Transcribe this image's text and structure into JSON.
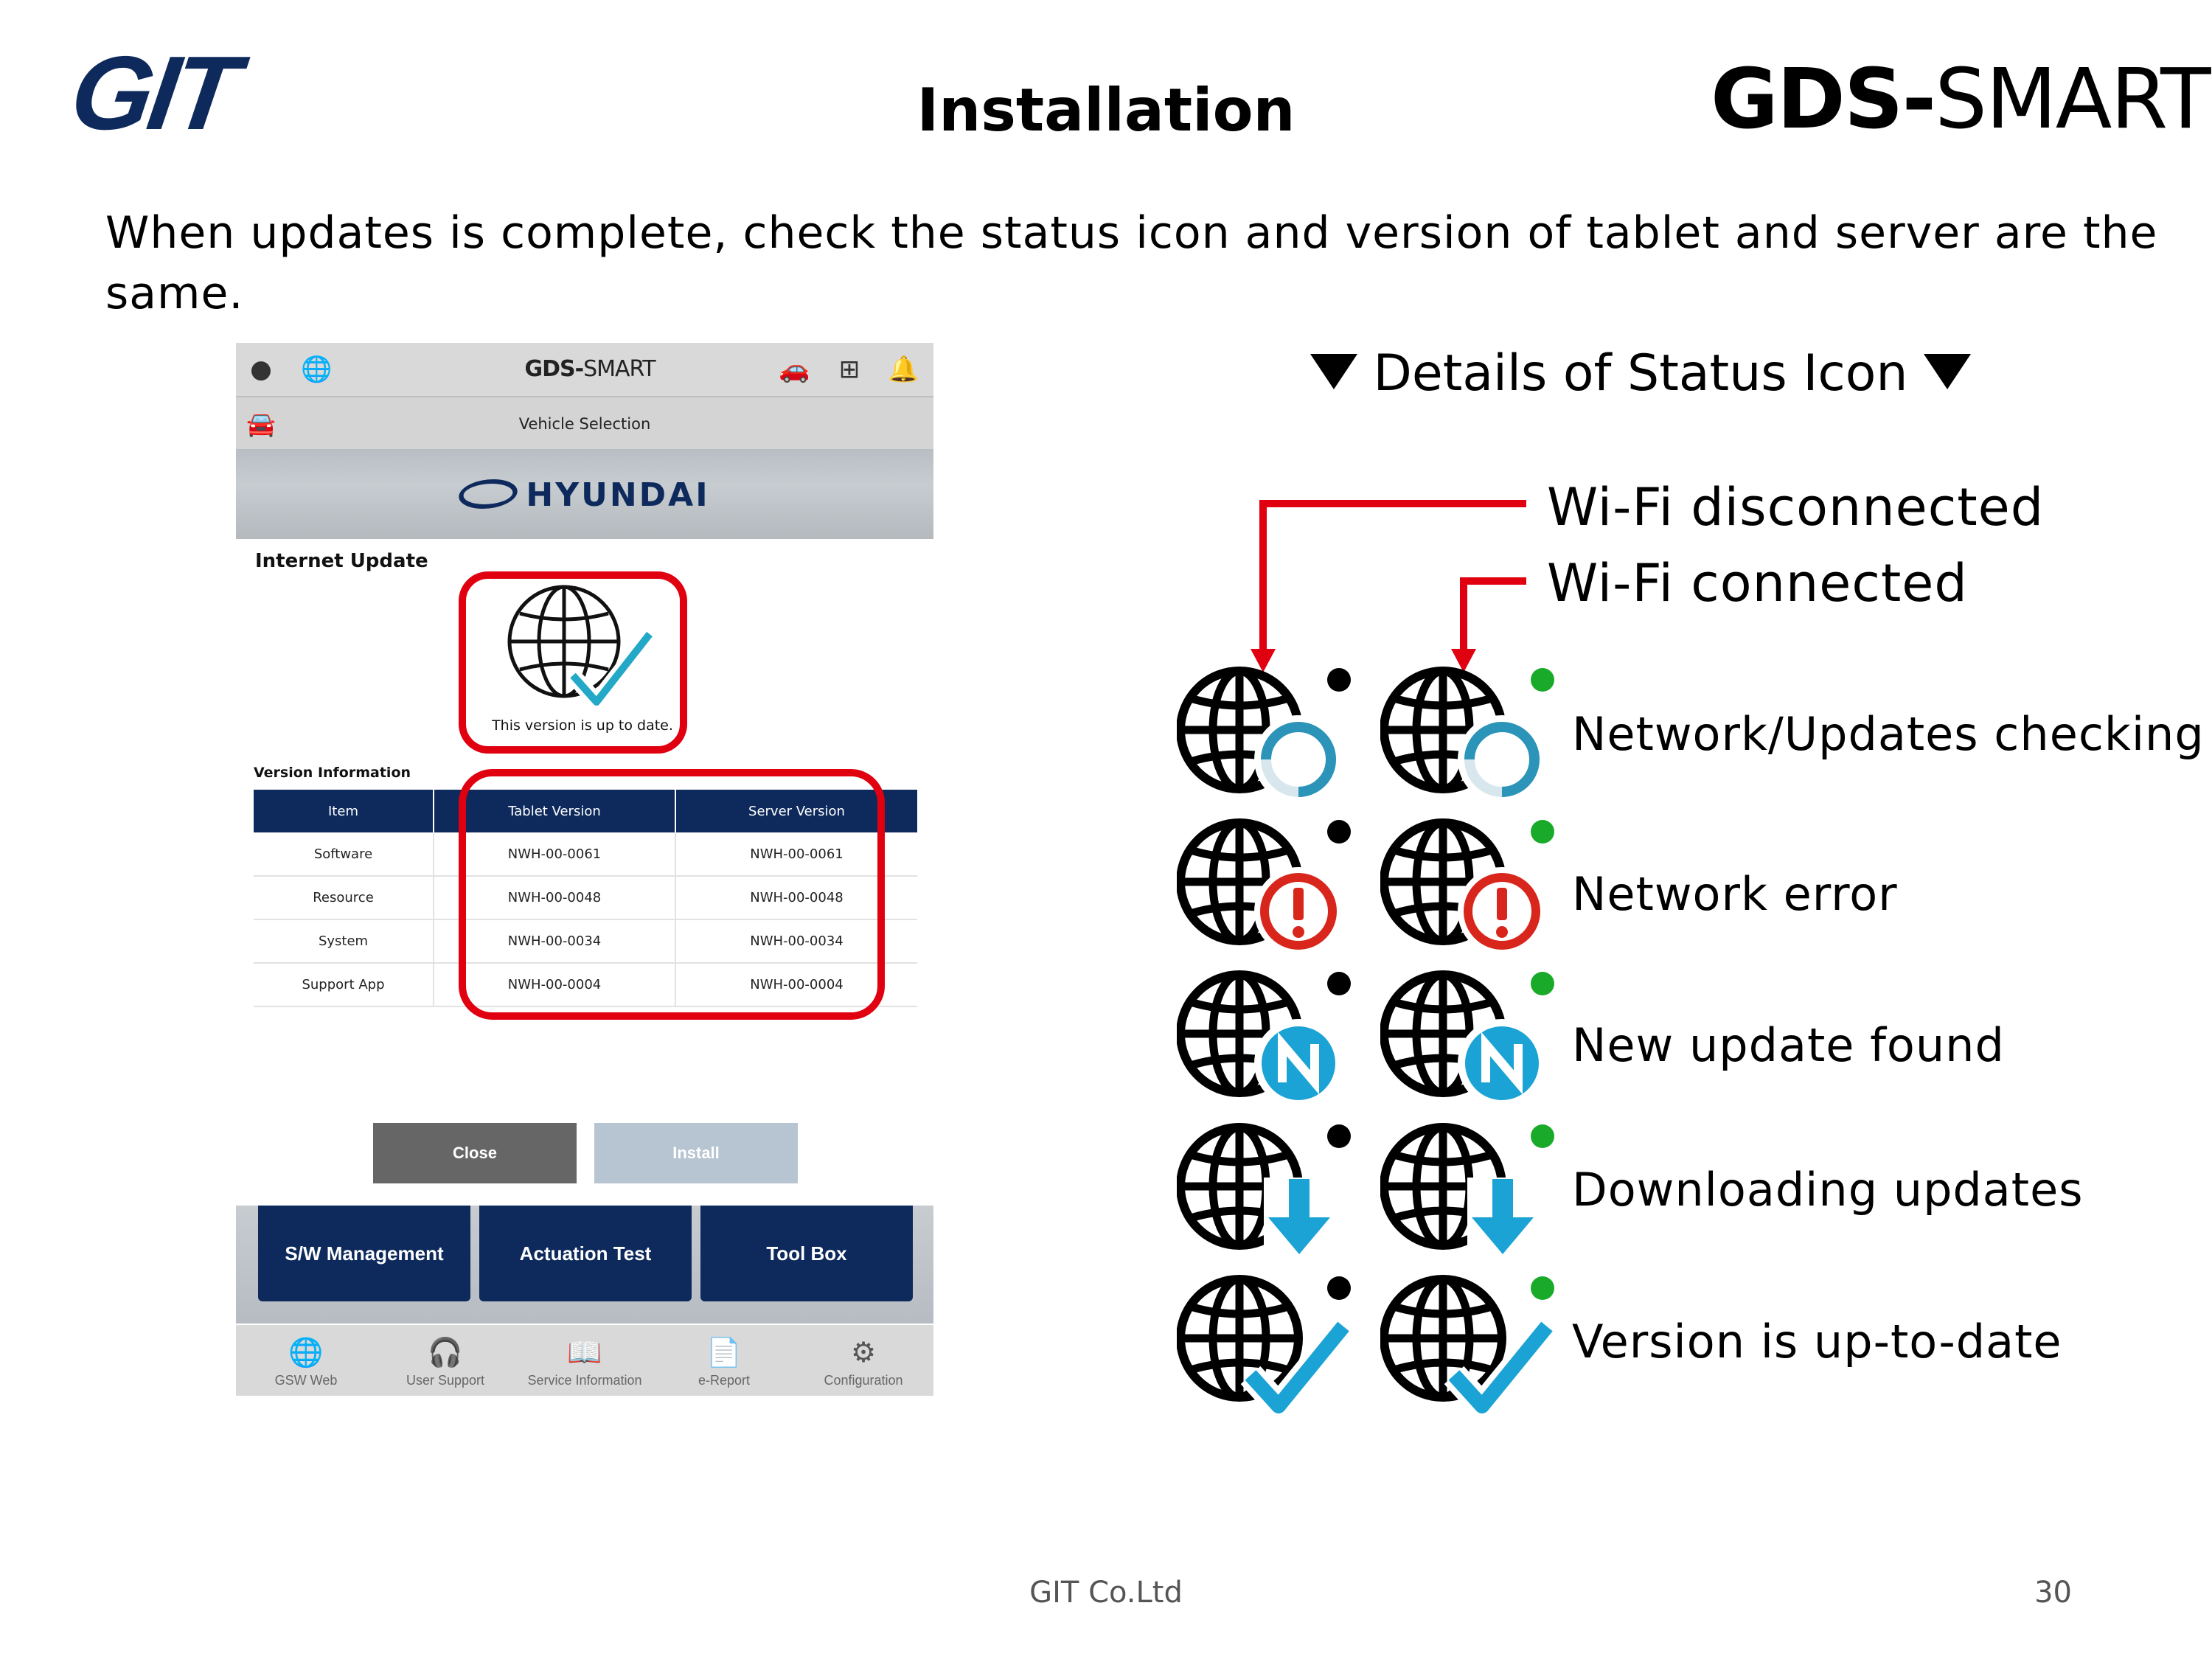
{
  "header": {
    "left_logo": "GIT",
    "title": "Installation",
    "right_logo_bold": "GDS-",
    "right_logo_thin": "SMART"
  },
  "intro": "When updates is complete, check the status icon and version of tablet and server are the same.",
  "tablet": {
    "brand_bold": "GDS-",
    "brand_thin": "SMART",
    "subbar_title": "Vehicle Selection",
    "banner_brand": "HYUNDAI",
    "section_heading": "Internet Update",
    "status_text": "This version is up to date.",
    "version_heading": "Version Information",
    "table": {
      "columns": [
        "Item",
        "Tablet Version",
        "Server Version"
      ],
      "rows": [
        [
          "Software",
          "NWH-00-0061",
          "NWH-00-0061"
        ],
        [
          "Resource",
          "NWH-00-0048",
          "NWH-00-0048"
        ],
        [
          "System",
          "NWH-00-0034",
          "NWH-00-0034"
        ],
        [
          "Support App",
          "NWH-00-0004",
          "NWH-00-0004"
        ]
      ]
    },
    "buttons": {
      "close": "Close",
      "install": "Install"
    },
    "tiles": [
      "S/W Management",
      "Actuation Test",
      "Tool Box"
    ],
    "bottom_nav": [
      "GSW Web",
      "User Support",
      "Service Information",
      "e-Report",
      "Configuration"
    ],
    "icons": {
      "top_left": [
        "user-icon",
        "globe-check-icon"
      ],
      "top_right": [
        "car-error-icon",
        "screenshot-icon",
        "bell-icon"
      ],
      "subbar": "vehicle-select-icon"
    }
  },
  "legend": {
    "title": "Details of Status Icon",
    "wifi_disconnected": "Wi-Fi disconnected",
    "wifi_connected": "Wi-Fi connected",
    "rows": [
      {
        "label": "Network/Updates checking",
        "badge": "spinner"
      },
      {
        "label": "Network error",
        "badge": "error"
      },
      {
        "label": "New update found",
        "badge": "new"
      },
      {
        "label": "Downloading updates",
        "badge": "download"
      },
      {
        "label": "Version is up-to-date",
        "badge": "check"
      }
    ],
    "colors": {
      "disconnected_dot": "#000000",
      "connected_dot": "#1aaa2a",
      "arrow": "#e0000f",
      "accent_blue": "#1aa3d4",
      "error_red": "#d9261c"
    }
  },
  "footer": {
    "company": "GIT Co.Ltd",
    "page": "30"
  }
}
